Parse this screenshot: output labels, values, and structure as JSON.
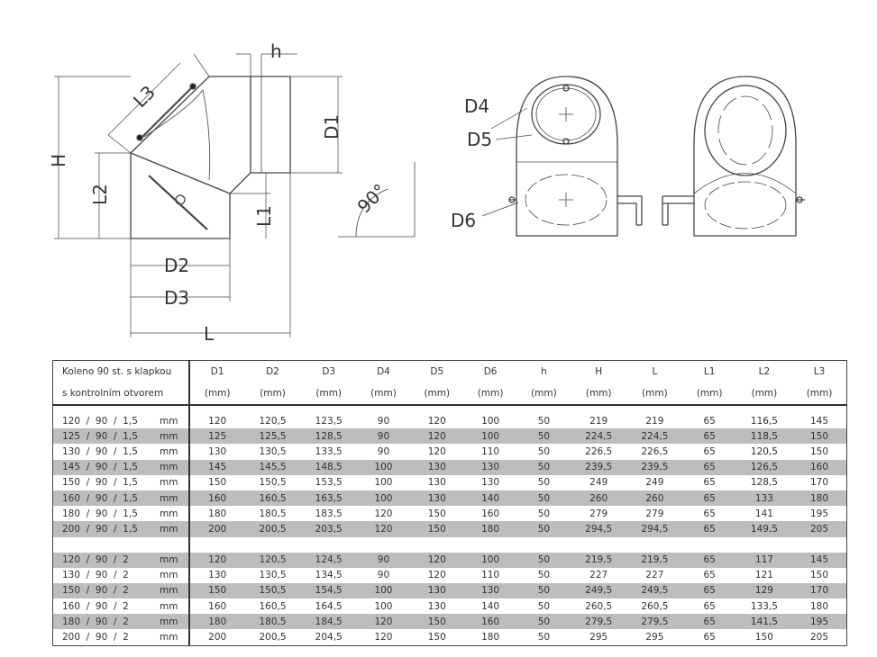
{
  "drawing_labels": {
    "h": "h",
    "L3": "L3",
    "D1": "D1",
    "H": "H",
    "L2": "L2",
    "L1": "L1",
    "D2": "D2",
    "D3": "D3",
    "L": "L",
    "angle": "90°",
    "D4": "D4",
    "D5": "D5",
    "D6": "D6"
  },
  "table": {
    "title_line1": "Koleno 90 st. s klapkou",
    "title_line2": "s kontrolním otvorem",
    "columns": [
      "D1",
      "D2",
      "D3",
      "D4",
      "D5",
      "D6",
      "h",
      "H",
      "L",
      "L1",
      "L2",
      "L3"
    ],
    "unit": "(mm)",
    "unit_suffix": "mm",
    "groups": [
      {
        "rows": [
          {
            "label": "120  /  90  /  1,5",
            "values": [
              "120",
              "120,5",
              "123,5",
              "90",
              "120",
              "100",
              "50",
              "219",
              "219",
              "65",
              "116,5",
              "145"
            ]
          },
          {
            "label": "125  /  90  /  1,5",
            "values": [
              "125",
              "125,5",
              "128,5",
              "90",
              "120",
              "100",
              "50",
              "224,5",
              "224,5",
              "65",
              "118,5",
              "150"
            ]
          },
          {
            "label": "130  /  90  /  1,5",
            "values": [
              "130",
              "130,5",
              "133,5",
              "90",
              "120",
              "110",
              "50",
              "226,5",
              "226,5",
              "65",
              "120,5",
              "150"
            ]
          },
          {
            "label": "145  /  90  /  1,5",
            "values": [
              "145",
              "145,5",
              "148,5",
              "100",
              "130",
              "130",
              "50",
              "239,5",
              "239,5",
              "65",
              "126,5",
              "160"
            ]
          },
          {
            "label": "150  /  90  /  1,5",
            "values": [
              "150",
              "150,5",
              "153,5",
              "100",
              "130",
              "130",
              "50",
              "249",
              "249",
              "65",
              "128,5",
              "170"
            ]
          },
          {
            "label": "160  /  90  /  1,5",
            "values": [
              "160",
              "160,5",
              "163,5",
              "100",
              "130",
              "140",
              "50",
              "260",
              "260",
              "65",
              "133",
              "180"
            ]
          },
          {
            "label": "180  /  90  /  1,5",
            "values": [
              "180",
              "180,5",
              "183,5",
              "120",
              "150",
              "160",
              "50",
              "279",
              "279",
              "65",
              "141",
              "195"
            ]
          },
          {
            "label": "200  /  90  /  1,5",
            "values": [
              "200",
              "200,5",
              "203,5",
              "120",
              "150",
              "180",
              "50",
              "294,5",
              "294,5",
              "65",
              "149,5",
              "205"
            ]
          }
        ]
      },
      {
        "rows": [
          {
            "label": "120  /  90  /  2",
            "values": [
              "120",
              "120,5",
              "124,5",
              "90",
              "120",
              "100",
              "50",
              "219,5",
              "219,5",
              "65",
              "117",
              "145"
            ]
          },
          {
            "label": "130  /  90  /  2",
            "values": [
              "130",
              "130,5",
              "134,5",
              "90",
              "120",
              "110",
              "50",
              "227",
              "227",
              "65",
              "121",
              "150"
            ]
          },
          {
            "label": "150  /  90  /  2",
            "values": [
              "150",
              "150,5",
              "154,5",
              "100",
              "130",
              "130",
              "50",
              "249,5",
              "249,5",
              "65",
              "129",
              "170"
            ]
          },
          {
            "label": "160  /  90  /  2",
            "values": [
              "160",
              "160,5",
              "164,5",
              "100",
              "130",
              "140",
              "50",
              "260,5",
              "260,5",
              "65",
              "133,5",
              "180"
            ]
          },
          {
            "label": "180  /  90  /  2",
            "values": [
              "180",
              "180,5",
              "184,5",
              "120",
              "150",
              "160",
              "50",
              "279,5",
              "279,5",
              "65",
              "141,5",
              "195"
            ]
          },
          {
            "label": "200  /  90  /  2",
            "values": [
              "200",
              "200,5",
              "204,5",
              "120",
              "150",
              "180",
              "50",
              "295",
              "295",
              "65",
              "150",
              "205"
            ]
          }
        ]
      }
    ]
  }
}
